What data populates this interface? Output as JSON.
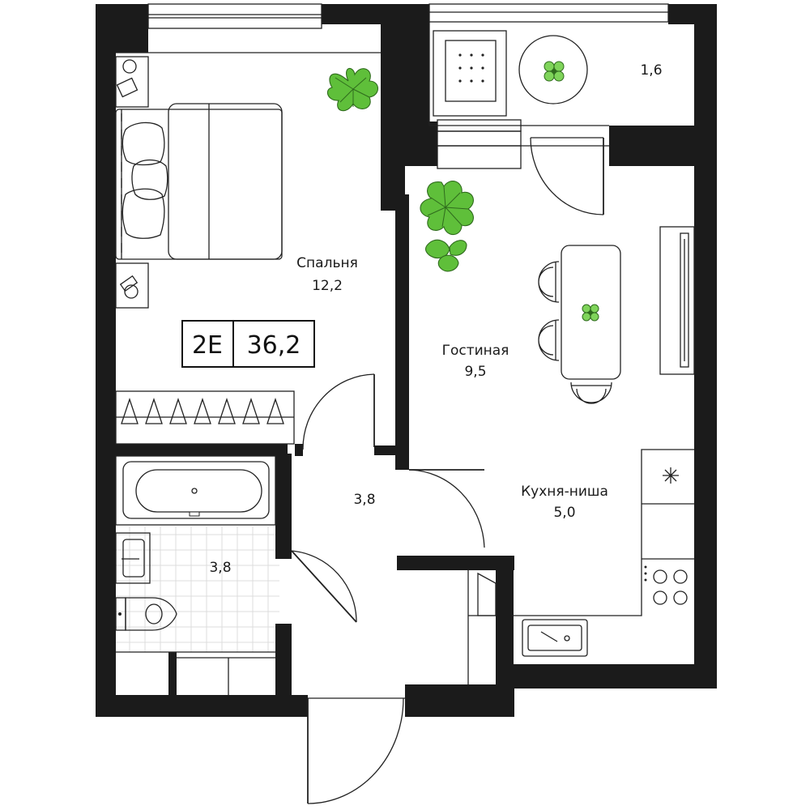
{
  "plan": {
    "type": "2E",
    "total_area": "36,2"
  },
  "rooms": {
    "bedroom": {
      "name": "Спальня",
      "area": "12,2"
    },
    "living": {
      "name": "Гостиная",
      "area": "9,5"
    },
    "kitchen": {
      "name": "Кухня-ниша",
      "area": "5,0"
    },
    "hall": {
      "area": "3,8"
    },
    "bathroom": {
      "area": "3,8"
    },
    "balcony": {
      "area": "1,6"
    }
  },
  "colors": {
    "wall": "#1b1b1b",
    "plant": "#5fbf3a",
    "line": "#222222"
  }
}
